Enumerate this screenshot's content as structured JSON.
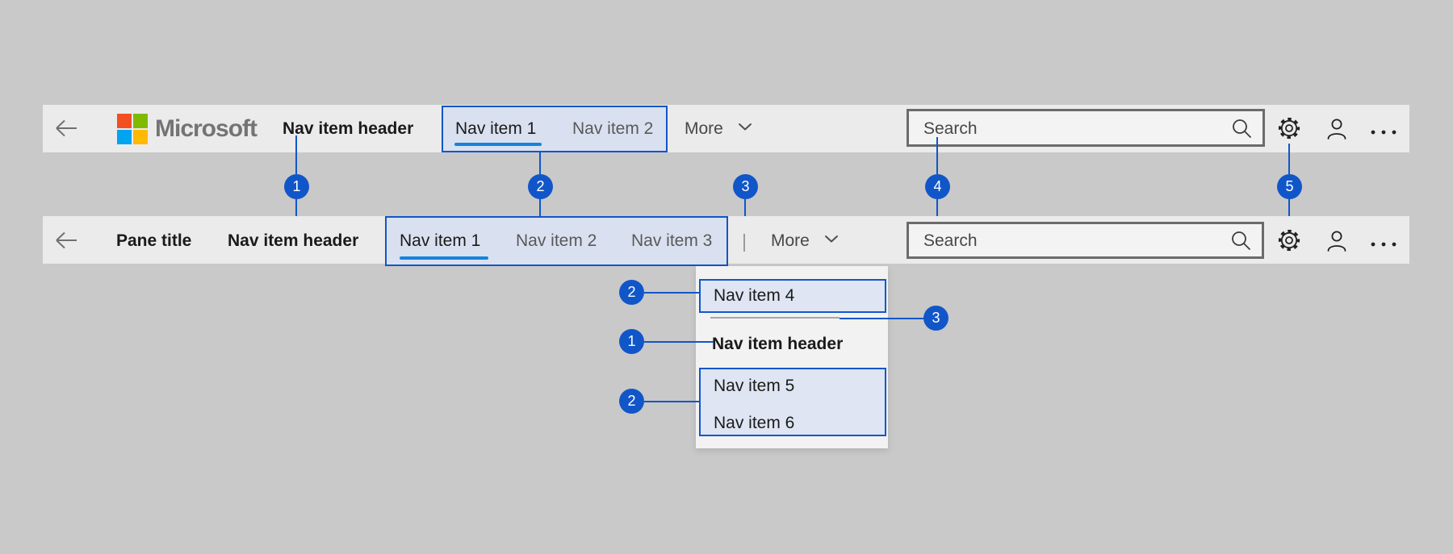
{
  "colors": {
    "canvas_bg": "#c9c9c9",
    "bar_bg": "#ebebeb",
    "panel_bg": "#f2f2f2",
    "accent_blue": "#1156c9",
    "selected_underline_blue": "#1583dc",
    "highlight_fill": "#d9e1f0",
    "menu_highlight_fill": "#dfe5f2",
    "logo_red": "#f25022",
    "logo_green": "#7fba00",
    "logo_blue": "#00a4ef",
    "logo_yellow": "#ffb900"
  },
  "top_bar": {
    "logo_text": "Microsoft",
    "nav_header": "Nav item header",
    "nav_items": [
      {
        "label": "Nav item 1",
        "selected": true
      },
      {
        "label": "Nav item 2",
        "selected": false
      }
    ],
    "more_label": "More",
    "search_placeholder": "Search"
  },
  "pane_bar": {
    "pane_title": "Pane title",
    "nav_header": "Nav item header",
    "nav_items": [
      {
        "label": "Nav item 1",
        "selected": true
      },
      {
        "label": "Nav item 2",
        "selected": false
      },
      {
        "label": "Nav item 3",
        "selected": false
      }
    ],
    "more_label": "More",
    "search_placeholder": "Search"
  },
  "overflow_menu": {
    "overflow_item": "Nav item 4",
    "nav_header": "Nav item header",
    "header_items": [
      "Nav item 5",
      "Nav item 6"
    ]
  },
  "callouts": {
    "row": [
      {
        "n": "1"
      },
      {
        "n": "2"
      },
      {
        "n": "3"
      },
      {
        "n": "4"
      },
      {
        "n": "5"
      }
    ],
    "menu": [
      {
        "n": "2"
      },
      {
        "n": "1"
      },
      {
        "n": "2"
      },
      {
        "n": "3"
      }
    ]
  }
}
